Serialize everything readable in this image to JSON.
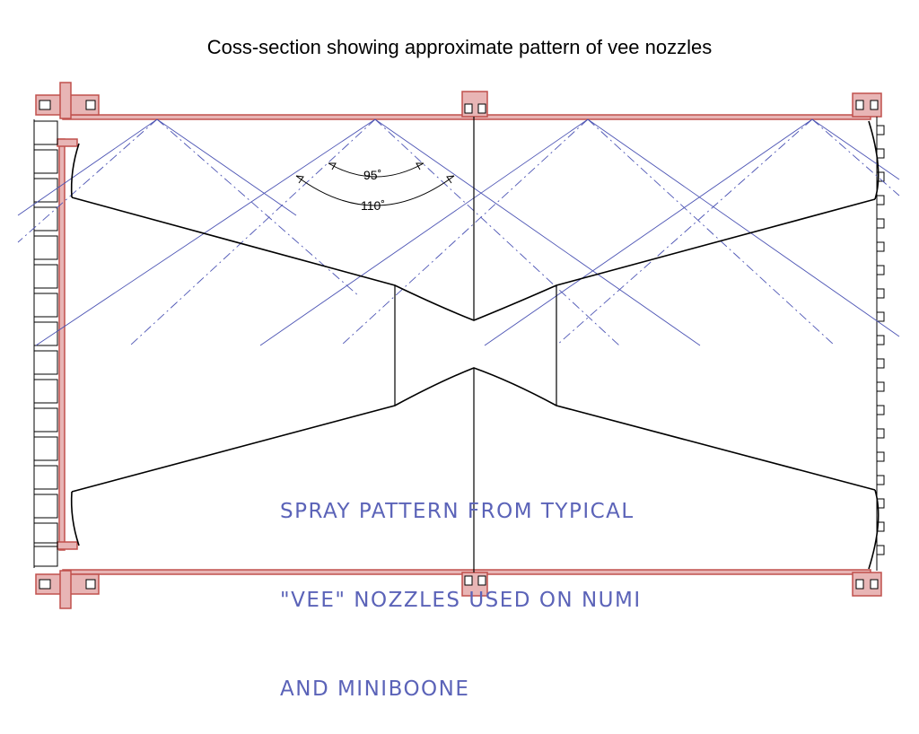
{
  "slide": {
    "title": "Coss-section showing approximate pattern of vee nozzles"
  },
  "diagram": {
    "angle_inner": "95˚",
    "angle_outer": "110˚",
    "annotation_lines": [
      "SPRAY PATTERN FROM TYPICAL",
      "\"VEE\" NOZZLES USED ON NUMI",
      "AND MINIBOONE"
    ],
    "colors": {
      "shell": "#c0504d",
      "shell_fill": "#e8b5b5",
      "spray": "#4c54b4",
      "outline": "#000000",
      "annotation": "#5b63b8"
    }
  }
}
